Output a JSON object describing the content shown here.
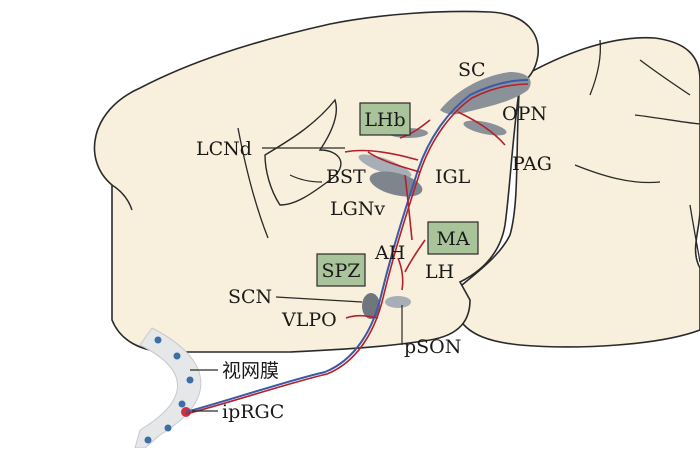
{
  "diagram": {
    "labels": {
      "lcnd": "LCNd",
      "lhb": "LHb",
      "sc": "SC",
      "opn": "OPN",
      "pag": "PAG",
      "bst": "BST",
      "igl": "IGL",
      "lgnv": "LGNv",
      "ma": "MA",
      "spz": "SPZ",
      "ah": "AH",
      "lh": "LH",
      "scn": "SCN",
      "vlpo": "VLPO",
      "pson": "pSON",
      "retina": "视网膜",
      "iprgc": "ipRGC"
    },
    "colors": {
      "brain_fill": "#f8efdc",
      "outline": "#2a2a2a",
      "nucleus_fill": "#8a9199",
      "nucleus_light": "#a7aeb6",
      "box_fill": "#a9c49a",
      "projection_red": "#b3202e",
      "projection_blue": "#3c5aa6",
      "retina_fill": "#e6e7e9",
      "retina_cell": "#3c6fa8",
      "iprgc_cell": "#d0313a"
    }
  }
}
